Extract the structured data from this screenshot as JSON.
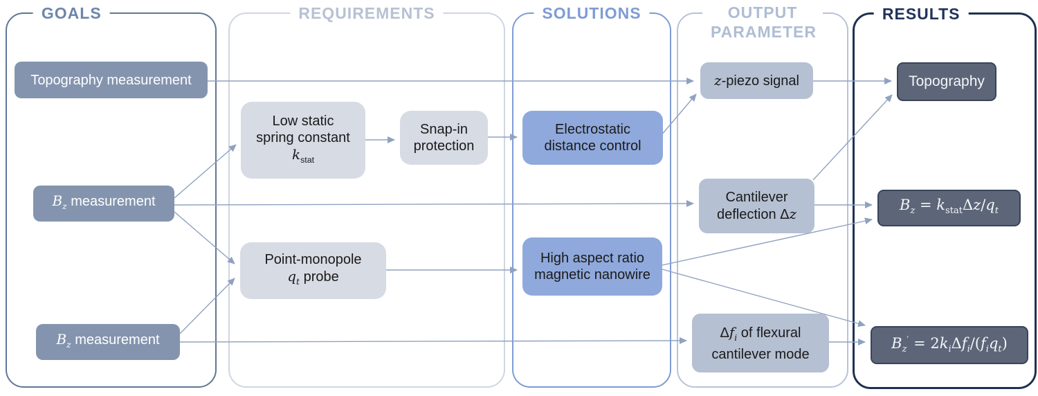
{
  "figure": {
    "description": "Flow diagram from goals to results for magnetic force microscopy measurement scheme"
  },
  "panels": [
    {
      "id": "goals",
      "title": "GOALS"
    },
    {
      "id": "requirements",
      "title": "REQUIREMENTS"
    },
    {
      "id": "solutions",
      "title": "SOLUTIONS"
    },
    {
      "id": "output",
      "title": "OUTPUT PARAMETER"
    },
    {
      "id": "results",
      "title": "RESULTS"
    }
  ],
  "nodes": {
    "g1": {
      "lines": [
        [
          {
            "t": "Topography measurement"
          }
        ]
      ]
    },
    "g2": {
      "lines": [
        [
          {
            "t": "B",
            "i": true
          },
          {
            "t": "z",
            "sub": true,
            "i": true
          },
          {
            "t": " measurement"
          }
        ]
      ]
    },
    "g3": {
      "lines": [
        [
          {
            "t": "B",
            "i": true
          },
          {
            "t": "z",
            "sub": true,
            "i": true
          },
          {
            "t": " measurement"
          }
        ]
      ]
    },
    "r1": {
      "lines": [
        [
          {
            "t": "Low static"
          }
        ],
        [
          {
            "t": "spring constant"
          }
        ],
        [
          {
            "t": "k",
            "i": true
          },
          {
            "t": "stat",
            "sub": true
          }
        ]
      ]
    },
    "r2": {
      "lines": [
        [
          {
            "t": "Snap-in"
          }
        ],
        [
          {
            "t": "protection"
          }
        ]
      ]
    },
    "r3": {
      "lines": [
        [
          {
            "t": "Point-monopole"
          }
        ],
        [
          {
            "t": "q",
            "i": true
          },
          {
            "t": "t",
            "sub": true,
            "i": true
          },
          {
            "t": " probe"
          }
        ]
      ]
    },
    "s1": {
      "lines": [
        [
          {
            "t": "Electrostatic"
          }
        ],
        [
          {
            "t": "distance control"
          }
        ]
      ]
    },
    "s2": {
      "lines": [
        [
          {
            "t": "High aspect ratio"
          }
        ],
        [
          {
            "t": "magnetic nanowire"
          }
        ]
      ]
    },
    "o1": {
      "lines": [
        [
          {
            "t": "z",
            "i": true
          },
          {
            "t": "-piezo signal"
          }
        ]
      ]
    },
    "o2": {
      "lines": [
        [
          {
            "t": "Cantilever"
          }
        ],
        [
          {
            "t": "deflection Δ"
          },
          {
            "t": "z",
            "i": true
          }
        ]
      ]
    },
    "o3": {
      "lines": [
        [
          {
            "t": "Δ"
          },
          {
            "t": "f",
            "i": true
          },
          {
            "t": "i",
            "sub": true,
            "i": true
          },
          {
            "t": " of flexural"
          }
        ],
        [
          {
            "t": "cantilever mode"
          }
        ]
      ]
    },
    "res1": {
      "lines": [
        [
          {
            "t": "Topography"
          }
        ]
      ]
    },
    "res2": {
      "lines": [
        [
          {
            "t": "B",
            "i": true
          },
          {
            "t": "z",
            "sub": true,
            "i": true
          },
          {
            "t": " = "
          },
          {
            "t": "k",
            "i": true
          },
          {
            "t": "stat",
            "sub": true
          },
          {
            "t": "Δ"
          },
          {
            "t": "z",
            "i": true
          },
          {
            "t": "/"
          },
          {
            "t": "q",
            "i": true
          },
          {
            "t": "t",
            "sub": true,
            "i": true
          }
        ]
      ]
    },
    "res3": {
      "lines": [
        [
          {
            "t": "B",
            "i": true
          },
          {
            "t": "z",
            "sub": true,
            "i": true
          },
          {
            "t": "′",
            "sup": true
          },
          {
            "t": " = 2"
          },
          {
            "t": "k",
            "i": true
          },
          {
            "t": "i",
            "sub": true,
            "i": true
          },
          {
            "t": "Δ"
          },
          {
            "t": "f",
            "i": true
          },
          {
            "t": "i",
            "sub": true,
            "i": true
          },
          {
            "t": "/("
          },
          {
            "t": "f",
            "i": true
          },
          {
            "t": "i",
            "sub": true,
            "i": true
          },
          {
            "t": "q",
            "i": true
          },
          {
            "t": "t",
            "sub": true,
            "i": true
          },
          {
            "t": ")"
          }
        ]
      ]
    }
  },
  "colors": {
    "goals_node_fill": "#8494ae",
    "requirements_node_fill": "#d7dbe4",
    "solutions_node_fill": "#8fa9dc",
    "output_node_fill": "#b5c0d2",
    "results_node_fill": "#5c6678",
    "results_node_border": "#39445a",
    "arrow": "#8fa2c0",
    "goals_border": "#5e7795",
    "requirements_border": "#cfd6e1",
    "solutions_border": "#7e9bd4",
    "output_border": "#b7c3d8",
    "results_border": "#1e3150"
  }
}
